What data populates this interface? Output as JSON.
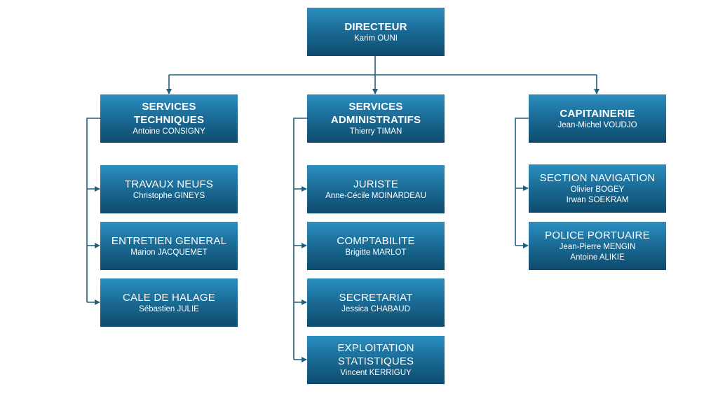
{
  "org_chart": {
    "director": {
      "title": "DIRECTEUR",
      "person": "Karim OUNI"
    },
    "departments": [
      {
        "title": "SERVICES\nTECHNIQUES",
        "person": "Antoine CONSIGNY",
        "units": [
          {
            "title": "TRAVAUX NEUFS",
            "person": "Christophe GINEYS"
          },
          {
            "title": "ENTRETIEN GENERAL",
            "person": "Marion JACQUEMET"
          },
          {
            "title": "CALE DE HALAGE",
            "person": "Sébastien JULIE"
          }
        ]
      },
      {
        "title": "SERVICES\nADMINISTRATIFS",
        "person": "Thierry TIMAN",
        "units": [
          {
            "title": "JURISTE",
            "person": "Anne-Cécile MOINARDEAU"
          },
          {
            "title": "COMPTABILITE",
            "person": "Brigitte MARLOT"
          },
          {
            "title": "SECRETARIAT",
            "person": "Jessica CHABAUD"
          },
          {
            "title": "EXPLOITATION\nSTATISTIQUES",
            "person": "Vincent KERRIGUY"
          }
        ]
      },
      {
        "title": "CAPITAINERIE",
        "person": "Jean-Michel VOUDJO",
        "units": [
          {
            "title": "SECTION NAVIGATION",
            "person": "Olivier BOGEY\nIrwan SOEKRAM"
          },
          {
            "title": "POLICE PORTUAIRE",
            "person": "Jean-Pierre MENGIN\nAntoine ALIKIE"
          }
        ]
      }
    ]
  },
  "colors": {
    "box_top": "#2b8fc0",
    "box_bottom": "#0e4b6d",
    "connector": "#1f5f80",
    "text": "#ffffff"
  }
}
